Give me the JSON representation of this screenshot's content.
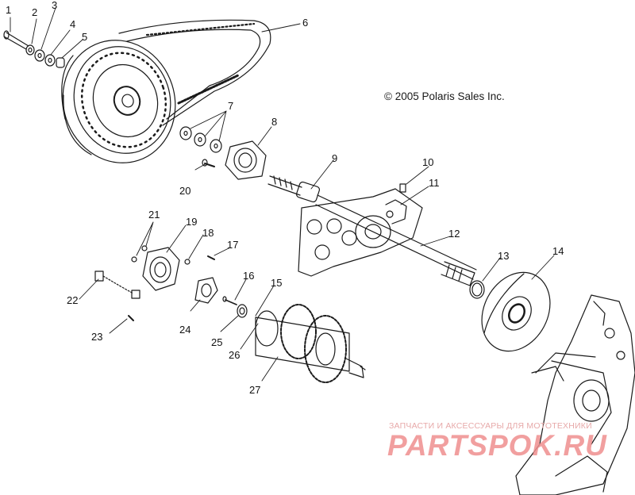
{
  "diagram": {
    "copyright": "© 2005 Polaris Sales Inc.",
    "callouts": [
      "1",
      "2",
      "3",
      "4",
      "5",
      "6",
      "7",
      "8",
      "9",
      "10",
      "11",
      "12",
      "13",
      "14",
      "15",
      "16",
      "17",
      "18",
      "19",
      "20",
      "21",
      "22",
      "23",
      "24",
      "25",
      "26",
      "27"
    ]
  },
  "watermark": {
    "tagline": "ЗАПЧАСТИ И АКСЕССУАРЫ ДЛЯ МОТОТЕХНИКИ",
    "logo": "PARTSPOK.RU",
    "color": "#ef8f8f"
  },
  "colors": {
    "line": "#1a1a1a",
    "background": "#ffffff"
  }
}
